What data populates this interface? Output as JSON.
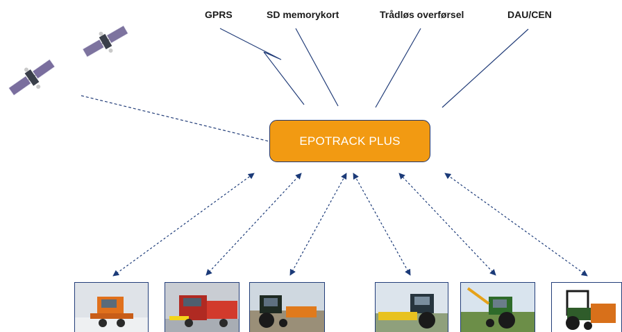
{
  "hub": {
    "label": "EPOTRACK PLUS",
    "fill_color": "#f29a12",
    "border_color": "#1f3570"
  },
  "channels": [
    {
      "label": "GPRS"
    },
    {
      "label": "SD memorykort"
    },
    {
      "label": "Trådløs overførsel"
    },
    {
      "label": "DAU/CEN"
    }
  ],
  "colors": {
    "line": "#213c78",
    "arrow": "#1b3a78",
    "text": "#1a1a1a"
  },
  "satellites": [
    {
      "icon": "satellite-icon"
    },
    {
      "icon": "satellite-icon"
    }
  ],
  "vehicles": [
    {
      "icon": "snowplow-truck-photo"
    },
    {
      "icon": "red-salt-truck-photo"
    },
    {
      "icon": "tractor-with-spreader-photo"
    },
    {
      "icon": "tractor-with-yellow-blade-photo"
    },
    {
      "icon": "tractor-with-mower-arm-photo"
    },
    {
      "icon": "compact-tractor-photo"
    }
  ]
}
